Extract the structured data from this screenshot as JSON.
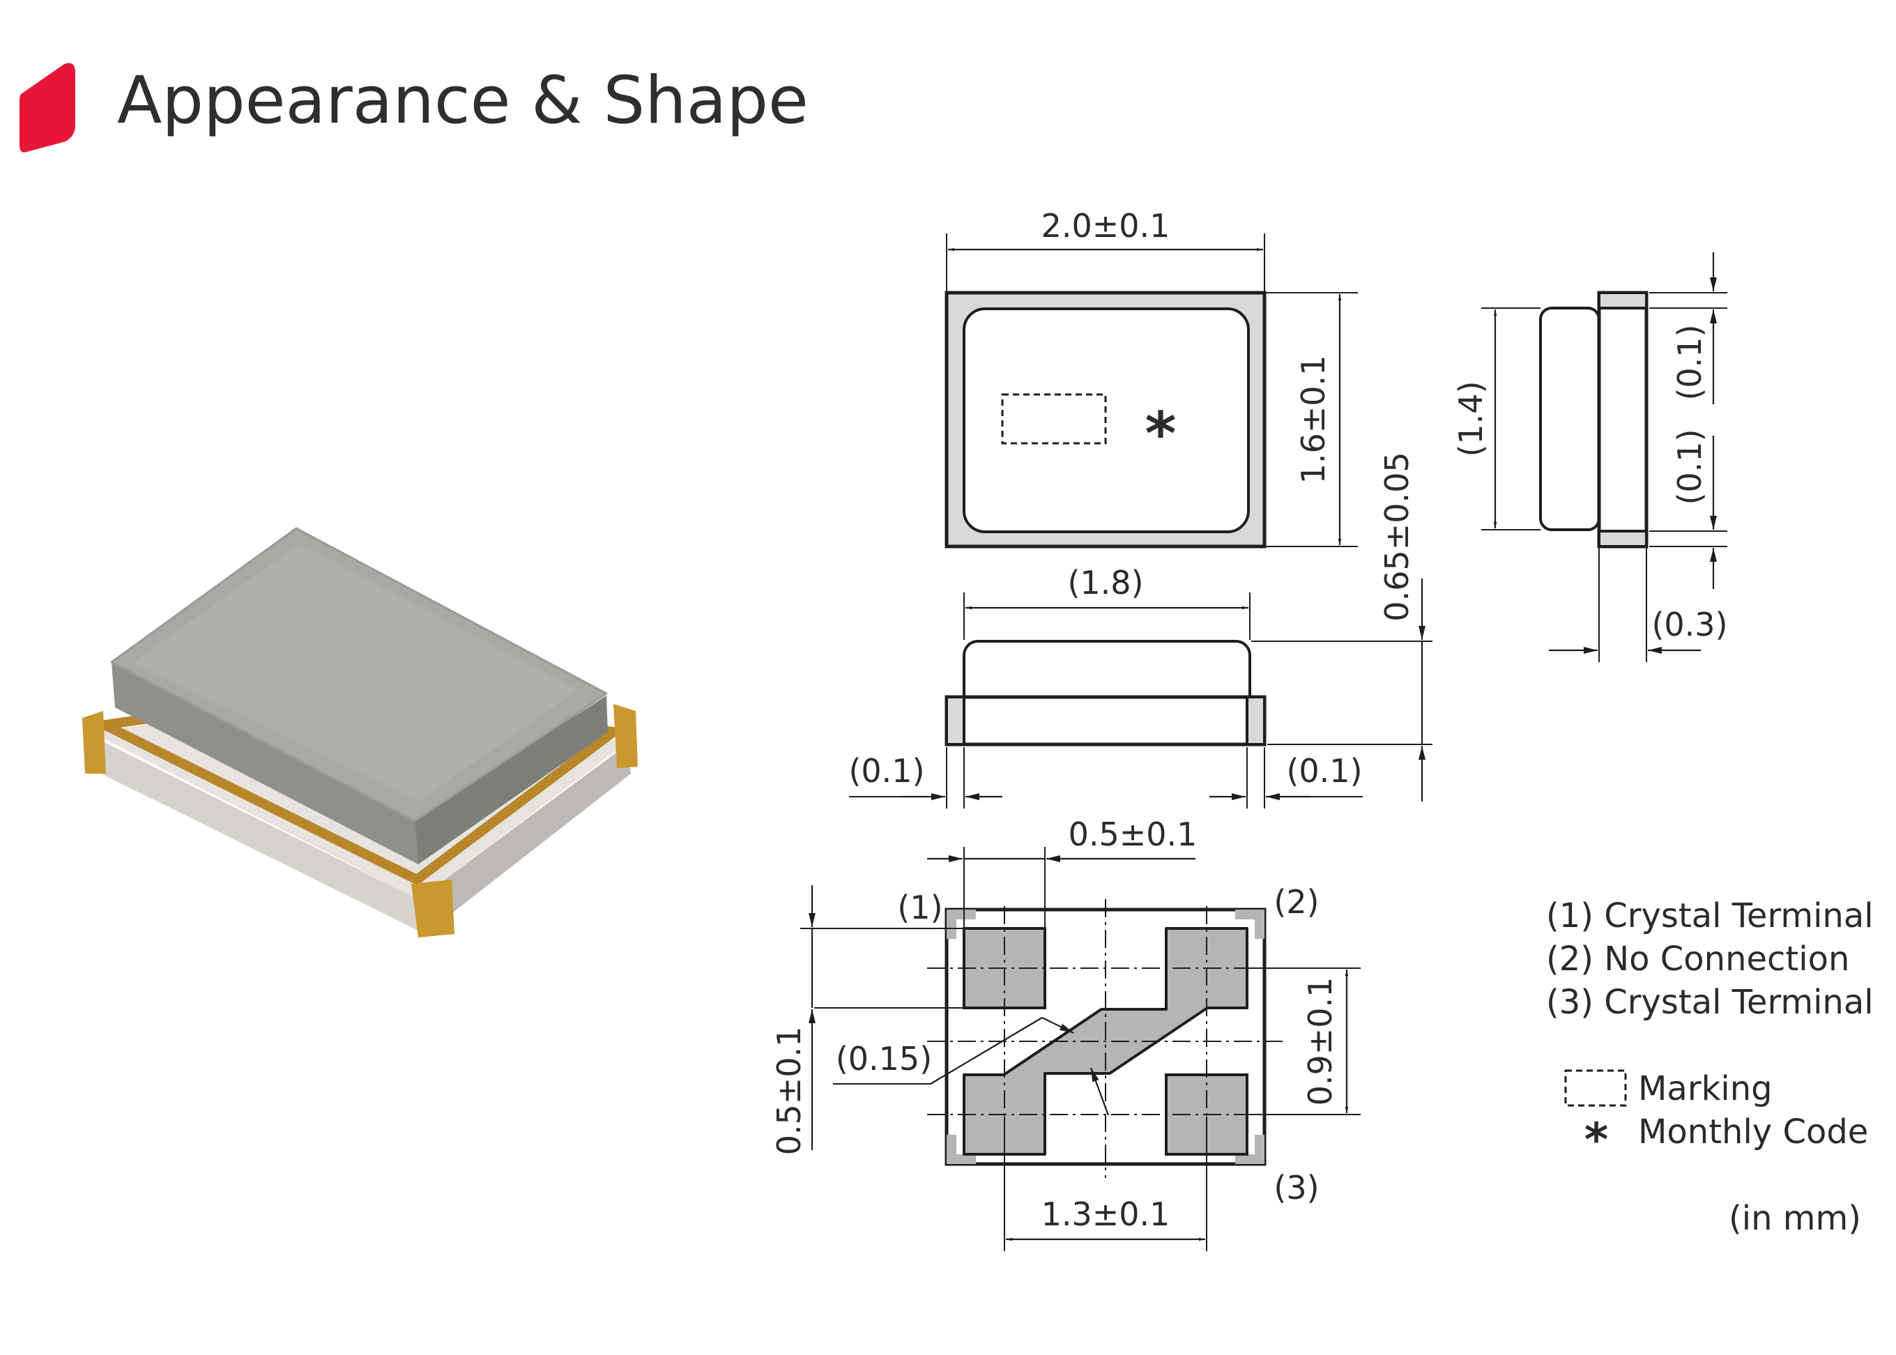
{
  "title": "Appearance & Shape",
  "colors": {
    "accent": "#e8173a",
    "body": "#d9d9d9",
    "pad": "#b5b5b5",
    "line": "#1e1e1e",
    "text": "#2b2b2b"
  },
  "top_view": {
    "width": "2.0±0.1",
    "height": "1.6±0.1",
    "monthly_code_mark": "*"
  },
  "side_view_right": {
    "height": "(1.4)",
    "top_gap": "(0.1)",
    "bottom_gap": "(0.1)",
    "thickness": "(0.3)"
  },
  "front_view": {
    "lid_width": "(1.8)",
    "total_height": "0.65±0.05",
    "left_offset": "(0.1)",
    "right_offset": "(0.1)"
  },
  "bottom_view": {
    "pad_width": "0.5±0.1",
    "pad_height": "0.5±0.1",
    "pad_spacing_v": "0.9±0.1",
    "pad_spacing_h": "1.3±0.1",
    "trace_width": "(0.15)",
    "pin1": "(1)",
    "pin2": "(2)",
    "pin3": "(3)"
  },
  "legend": {
    "items": [
      "(1) Crystal Terminal",
      "(2) No Connection",
      "(3) Crystal Terminal"
    ],
    "marking": "Marking",
    "monthly_code_symbol": "*",
    "monthly_code": "Monthly Code",
    "units": "(in mm)"
  }
}
